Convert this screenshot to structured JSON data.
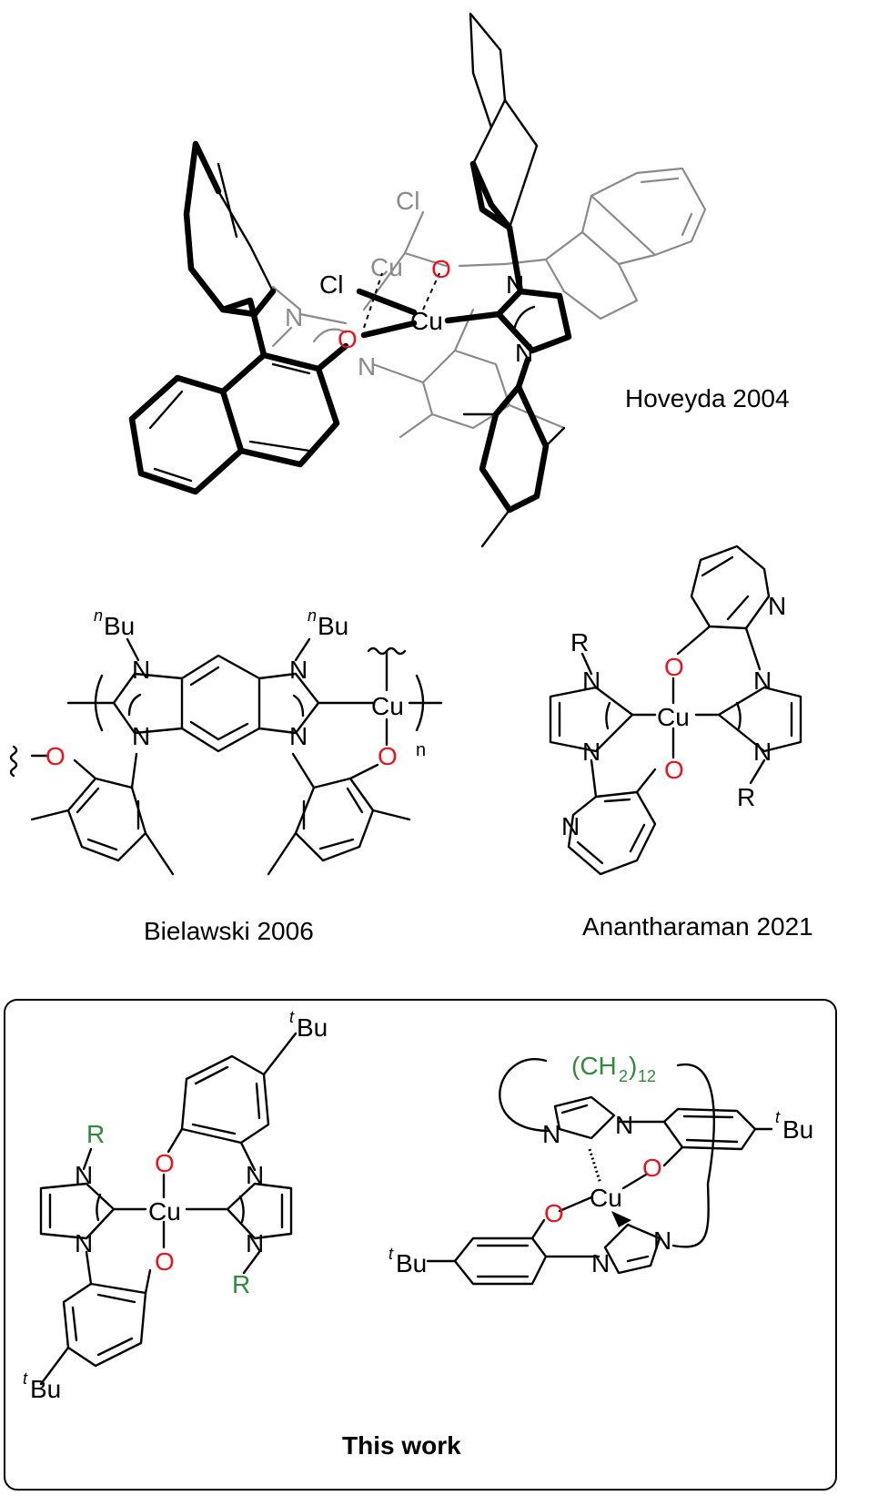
{
  "captions": {
    "hoveyda": "Hoveyda 2004",
    "bielawski": "Bielawski 2006",
    "anantharaman": "Anantharaman 2021",
    "this_work": "This work"
  },
  "atoms": {
    "cu": "Cu",
    "cl": "Cl",
    "o": "O",
    "n": "N",
    "r": "R",
    "n_sub": "n",
    "nbu_sup": "n",
    "tbu_sup": "t",
    "bu": "Bu",
    "ch2_open": "(CH",
    "ch2_sub": "2",
    "ch2_close": ")",
    "ch2_n": "12"
  },
  "colors": {
    "oxygen": "#e8141b",
    "grey_layer": "#8a8a8a",
    "green_label": "#2e8b3a",
    "bonds": "#000000"
  }
}
